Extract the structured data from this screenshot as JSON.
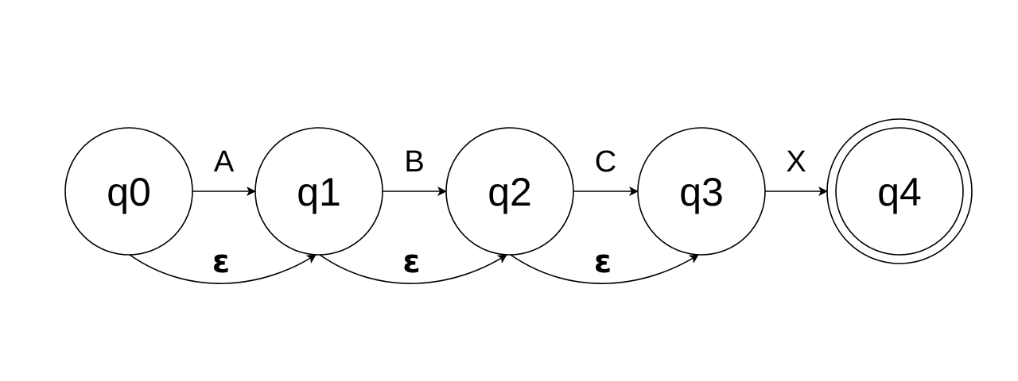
{
  "diagram": {
    "type": "nfa-state-diagram",
    "colors": {
      "stroke": "#000000",
      "fill": "#ffffff",
      "background": "#ffffff"
    },
    "states": [
      {
        "id": "q0",
        "label": "q0",
        "accepting": false
      },
      {
        "id": "q1",
        "label": "q1",
        "accepting": false
      },
      {
        "id": "q2",
        "label": "q2",
        "accepting": false
      },
      {
        "id": "q3",
        "label": "q3",
        "accepting": false
      },
      {
        "id": "q4",
        "label": "q4",
        "accepting": true
      }
    ],
    "transitions": [
      {
        "from": "q0",
        "to": "q1",
        "label": "A",
        "kind": "symbol"
      },
      {
        "from": "q1",
        "to": "q2",
        "label": "B",
        "kind": "symbol"
      },
      {
        "from": "q2",
        "to": "q3",
        "label": "C",
        "kind": "symbol"
      },
      {
        "from": "q3",
        "to": "q4",
        "label": "X",
        "kind": "symbol"
      },
      {
        "from": "q0",
        "to": "q1",
        "label": "ε",
        "kind": "epsilon"
      },
      {
        "from": "q1",
        "to": "q2",
        "label": "ε",
        "kind": "epsilon"
      },
      {
        "from": "q2",
        "to": "q3",
        "label": "ε",
        "kind": "epsilon"
      }
    ]
  }
}
